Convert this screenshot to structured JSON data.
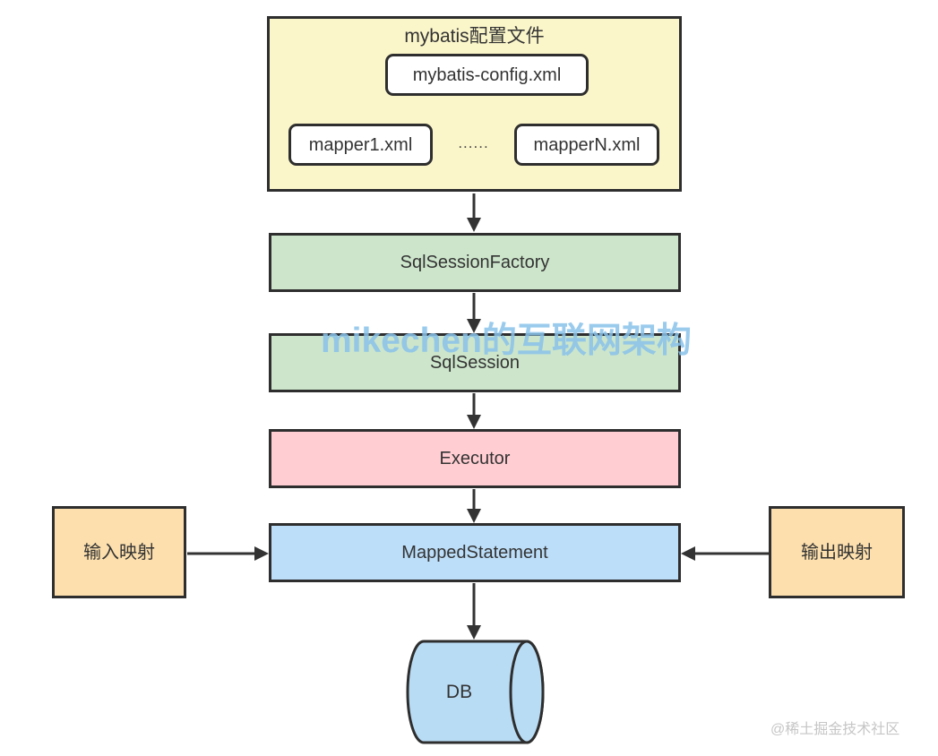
{
  "config_group": {
    "title": "mybatis配置文件",
    "config_file": "mybatis-config.xml",
    "mapper1": "mapper1.xml",
    "ellipsis": "......",
    "mapperN": "mapperN.xml"
  },
  "nodes": {
    "sql_session_factory": "SqlSessionFactory",
    "sql_session": "SqlSession",
    "executor": "Executor",
    "mapped_statement": "MappedStatement",
    "input_mapping": "输入映射",
    "output_mapping": "输出映射",
    "db": "DB"
  },
  "watermark_center": "mikechen的互联网架构",
  "watermark_corner": "@稀土掘金技术社区",
  "colors": {
    "yellow": "#FBF6CA",
    "green": "#CDE6CB",
    "pink": "#FFCDD2",
    "blue": "#BCDEF9",
    "orange": "#FCDFAD",
    "cylinder": "#B9DCF5",
    "border": "#2E2E2E",
    "arrow": "#333333",
    "text": "#333333",
    "watermark_blue": "#89C2EA",
    "watermark_gray": "#C6C6C6"
  }
}
